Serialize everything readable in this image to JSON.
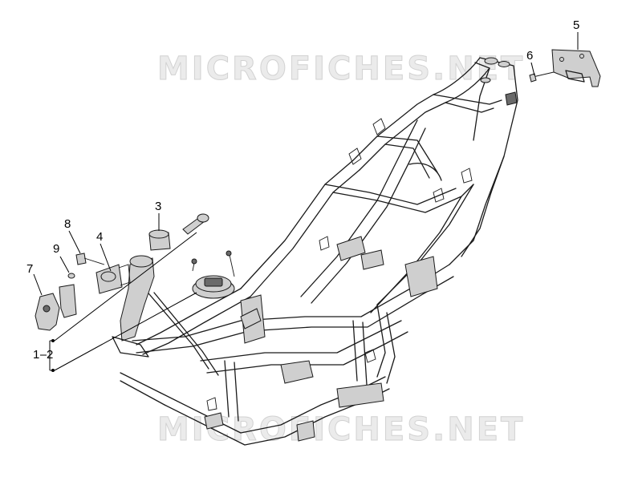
{
  "watermark": {
    "top": "MICROFICHES.NET",
    "bottom": "MICROFICHES.NET"
  },
  "callouts": {
    "c1": "1",
    "c2": "2",
    "c3": "3",
    "c4": "4",
    "c5": "5",
    "c6": "6",
    "c7": "7",
    "c8": "8",
    "c9": "9"
  },
  "colors": {
    "line": "#1a1a1a",
    "watermark_fill": "#ebebeb",
    "part_shade": "#cfcfcf"
  }
}
